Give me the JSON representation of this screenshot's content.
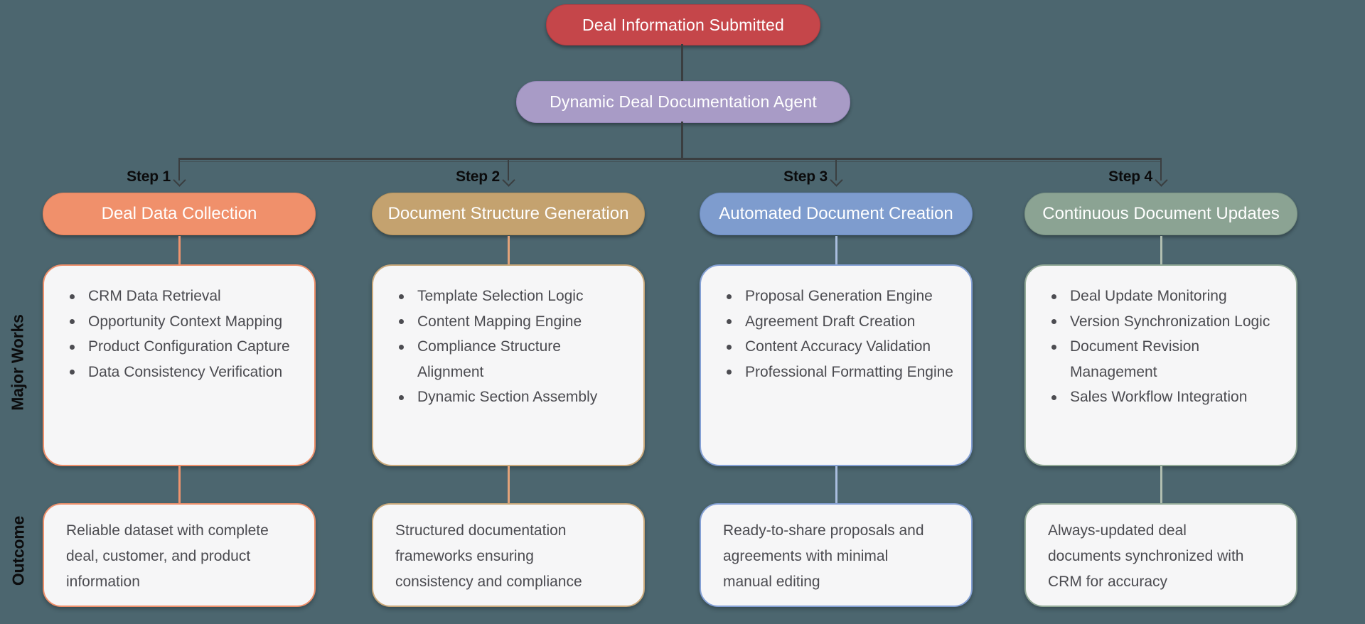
{
  "background": "#4C666F",
  "line_color": "#3A3E40",
  "side_labels": {
    "major_works": "Major Works",
    "outcome": "Outcome"
  },
  "root": {
    "label": "Deal Information Submitted",
    "fill": "#C5464A",
    "border": "#B23C42",
    "text_color": "#FFFFFF"
  },
  "agent": {
    "label": "Dynamic Deal Documentation Agent",
    "fill": "#A89BC6",
    "border": "#9889BA",
    "text_color": "#FFFFFF"
  },
  "steps": [
    {
      "step_label": "Step 1",
      "title": "Deal Data Collection",
      "colors": {
        "pill": "#F0906B",
        "pill_border": "#E5815A",
        "box_border": "#EE8F6A",
        "connector": "#F0946E"
      },
      "works": [
        [
          "CRM Data Retrieval"
        ],
        [
          "Opportunity Context Mapping"
        ],
        [
          "Product Configuration Capture"
        ],
        [
          "Data Consistency Verification"
        ]
      ],
      "outcome_lines": [
        "Reliable dataset with complete",
        "deal, customer, and product",
        "information"
      ]
    },
    {
      "step_label": "Step 2",
      "title": "Document Structure Generation",
      "colors": {
        "pill": "#C4A26F",
        "pill_border": "#B6935C",
        "box_border": "#C9A87A",
        "connector": "#E2A37A"
      },
      "works": [
        [
          "Template Selection Logic"
        ],
        [
          "Content Mapping Engine"
        ],
        [
          "Compliance Structure",
          "Alignment"
        ],
        [
          "Dynamic Section Assembly"
        ]
      ],
      "outcome_lines": [
        "Structured documentation",
        "frameworks ensuring",
        "consistency and compliance"
      ]
    },
    {
      "step_label": "Step 3",
      "title": "Automated Document Creation",
      "colors": {
        "pill": "#7E9CCE",
        "pill_border": "#6D8CC2",
        "box_border": "#84A0D4",
        "connector": "#A9BEDF"
      },
      "works": [
        [
          "Proposal Generation Engine"
        ],
        [
          "Agreement Draft Creation"
        ],
        [
          "Content Accuracy Validation"
        ],
        [
          "Professional Formatting Engine"
        ]
      ],
      "outcome_lines": [
        "Ready-to-share proposals and",
        "agreements with minimal",
        "manual editing"
      ]
    },
    {
      "step_label": "Step 4",
      "title": "Continuous Document Updates",
      "colors": {
        "pill": "#8BA393",
        "pill_border": "#7B9484",
        "box_border": "#92A997",
        "connector": "#B2BFB1"
      },
      "works": [
        [
          "Deal Update Monitoring"
        ],
        [
          "Version Synchronization Logic"
        ],
        [
          "Document Revision",
          "Management"
        ],
        [
          "Sales Workflow Integration"
        ]
      ],
      "outcome_lines": [
        "Always-updated deal",
        "documents synchronized with",
        "CRM for accuracy"
      ]
    }
  ]
}
